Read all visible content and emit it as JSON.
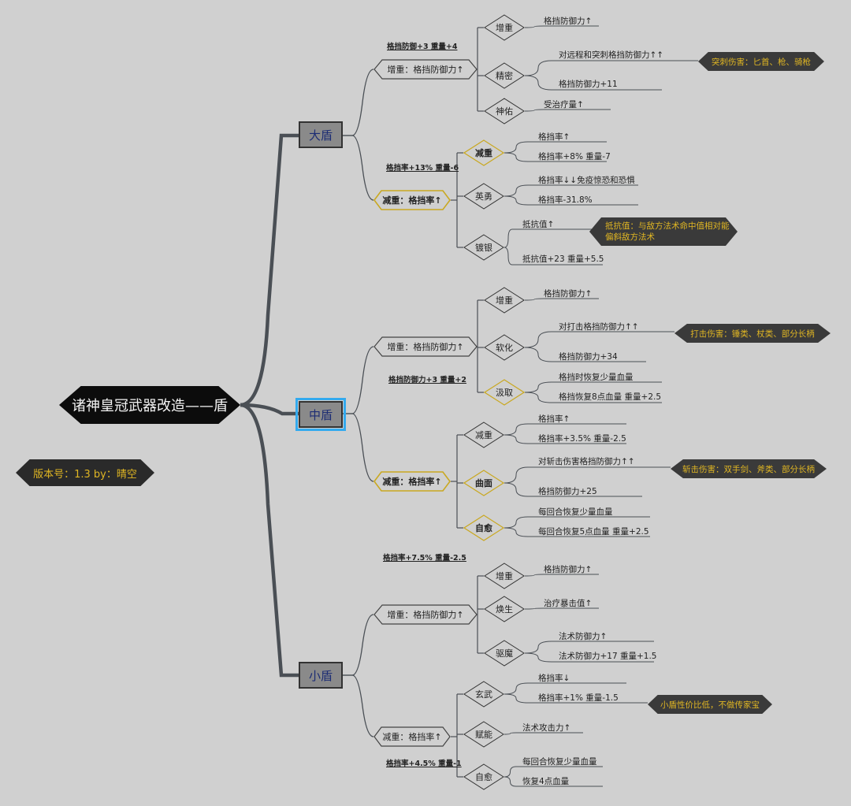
{
  "root": {
    "title": "诸神皇冠武器改造——盾"
  },
  "version": {
    "text": "版本号：1.3   by：晴空"
  },
  "colors": {
    "background": "#d0d0d0",
    "root": "#0c0c0c",
    "gold": "#e0b623",
    "callout": "#3a3a3a",
    "box": "#8a8a8a",
    "selected": "#33aaee"
  },
  "shields": [
    {
      "name": "大盾",
      "branches": [
        {
          "label": "增重：格挡防御力↑",
          "note": "格挡防御+3   重量+4",
          "options": [
            {
              "label": "增重",
              "leaves": [
                "格挡防御力↑"
              ]
            },
            {
              "label": "精密",
              "leaves": [
                "对远程和突刺格挡防御力↑↑",
                "格挡防御力+11"
              ]
            },
            {
              "label": "神佑",
              "leaves": [
                "受治疗量↑"
              ]
            }
          ]
        },
        {
          "label": "减重：格挡率↑",
          "note": "格挡率+13%   重量-6",
          "options": [
            {
              "label": "减重",
              "leaves": [
                "格挡率↑",
                "格挡率+8%    重量-7"
              ]
            },
            {
              "label": "英勇",
              "leaves": [
                "格挡率↓↓免疫惊恐和恐惧",
                "格挡率-31.8%"
              ]
            },
            {
              "label": "镀银",
              "leaves": [
                "抵抗值↑",
                "抵抗值+23    重量+5.5"
              ]
            }
          ]
        }
      ]
    },
    {
      "name": "中盾",
      "branches": [
        {
          "label": "增重：格挡防御力↑",
          "note": "格挡防御力+3   重量+2",
          "options": [
            {
              "label": "增重",
              "leaves": [
                "格挡防御力↑"
              ]
            },
            {
              "label": "软化",
              "leaves": [
                "对打击格挡防御力↑↑",
                "格挡防御力+34"
              ]
            },
            {
              "label": "汲取",
              "leaves": [
                "格挡时恢复少量血量",
                "格挡恢复8点血量    重量+2.5"
              ]
            }
          ]
        },
        {
          "label": "减重：格挡率↑",
          "note": "格挡率+7.5%   重量-2.5",
          "options": [
            {
              "label": "减重",
              "leaves": [
                "格挡率↑",
                "格挡率+3.5%    重量-2.5"
              ]
            },
            {
              "label": "曲面",
              "leaves": [
                "对斩击伤害格挡防御力↑↑",
                "格挡防御力+25"
              ]
            },
            {
              "label": "自愈",
              "leaves": [
                "每回合恢复少量血量",
                "每回合恢复5点血量    重量+2.5"
              ]
            }
          ]
        }
      ]
    },
    {
      "name": "小盾",
      "branches": [
        {
          "label": "增重：格挡防御力↑",
          "note": "",
          "options": [
            {
              "label": "增重",
              "leaves": [
                "格挡防御力↑"
              ]
            },
            {
              "label": "焕生",
              "leaves": [
                "治疗暴击值↑"
              ]
            },
            {
              "label": "驱魔",
              "leaves": [
                "法术防御力↑",
                "法术防御力+17    重量+1.5"
              ]
            }
          ]
        },
        {
          "label": "减重：格挡率↑",
          "note": "格挡率+4.5%   重量-1",
          "options": [
            {
              "label": "玄武",
              "leaves": [
                "格挡率↓",
                "格挡率+1%    重量-1.5"
              ]
            },
            {
              "label": "赋能",
              "leaves": [
                "法术攻击力↑"
              ]
            },
            {
              "label": "自愈",
              "leaves": [
                "每回合恢复少量血量",
                "恢复4点血量"
              ]
            }
          ]
        }
      ]
    }
  ],
  "callouts": [
    "突刺伤害：匕首、枪、骑枪",
    "抵抗值：与敌方法术命中值相对能偏斜敌方法术",
    "打击伤害：锤类、杖类、部分长柄",
    "斩击伤害：双手剑、斧类、部分长柄",
    "小盾性价比低，不做传家宝"
  ]
}
